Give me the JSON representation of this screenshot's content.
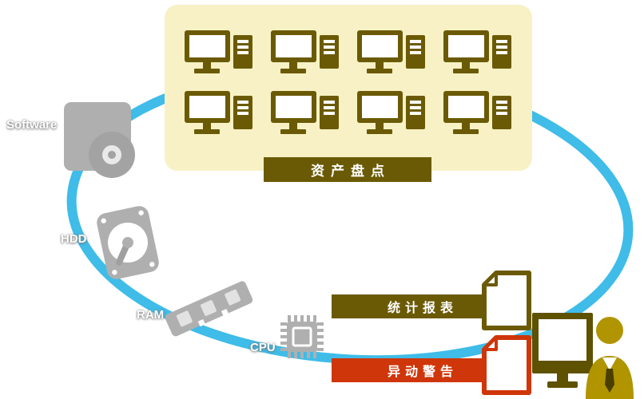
{
  "diagram": {
    "type": "it-asset-management-cycle"
  },
  "colors": {
    "blue": "#3FBCE8",
    "olive": "#6B5A05",
    "olive_dark": "#5E5100",
    "red": "#CF3609",
    "cream": "#F7F1C5",
    "gray": "#AFAFAF",
    "gold": "#B09400",
    "tie": "#4A3F00"
  },
  "hardware_items": [
    {
      "id": "software",
      "label": "Software"
    },
    {
      "id": "hdd",
      "label": "HDD"
    },
    {
      "id": "ram",
      "label": "RAM"
    },
    {
      "id": "cpu",
      "label": "CPU"
    }
  ],
  "asset_panel": {
    "label": "资产盘点",
    "computer_count": 8
  },
  "outputs": [
    {
      "id": "stats-report",
      "label": "统计报表"
    },
    {
      "id": "change-alert",
      "label": "异动警告"
    }
  ]
}
